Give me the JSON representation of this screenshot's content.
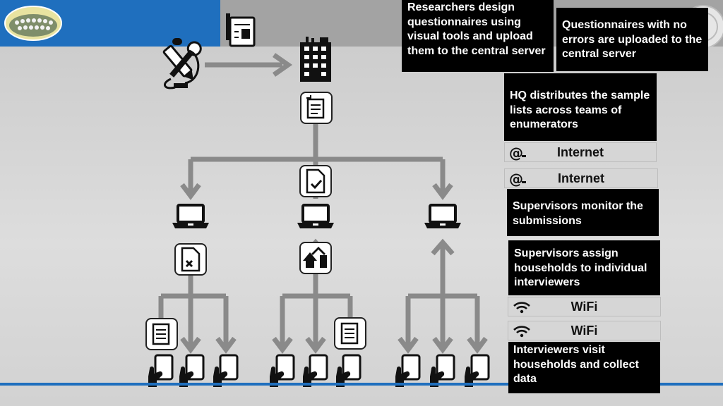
{
  "steps": {
    "design": "Researchers design questionnaires using visual tools and upload them to the central server",
    "no_errors": "Questionnaires with no errors are uploaded to the central server",
    "hq": "HQ distributes the sample lists across teams of enumerators",
    "monitor": "Supervisors monitor the submissions",
    "assign": "Supervisors assign households to individual interviewers",
    "visit": "Interviewers visit households and collect data"
  },
  "connections": {
    "internet_1": "Internet",
    "internet_2": "Internet",
    "wifi_1": "WiFi",
    "wifi_2": "WiFi"
  },
  "colors": {
    "arrow": "#8a8a8a",
    "box": "#000000",
    "accent": "#1f6fbe"
  },
  "icons": [
    "tools-icon",
    "document-icon",
    "server-building-icon",
    "laptop-icon",
    "tablet-hand-icon",
    "document-stack-icon",
    "document-check-icon",
    "document-error-icon",
    "house-icon",
    "at-sign-icon",
    "wifi-icon"
  ]
}
